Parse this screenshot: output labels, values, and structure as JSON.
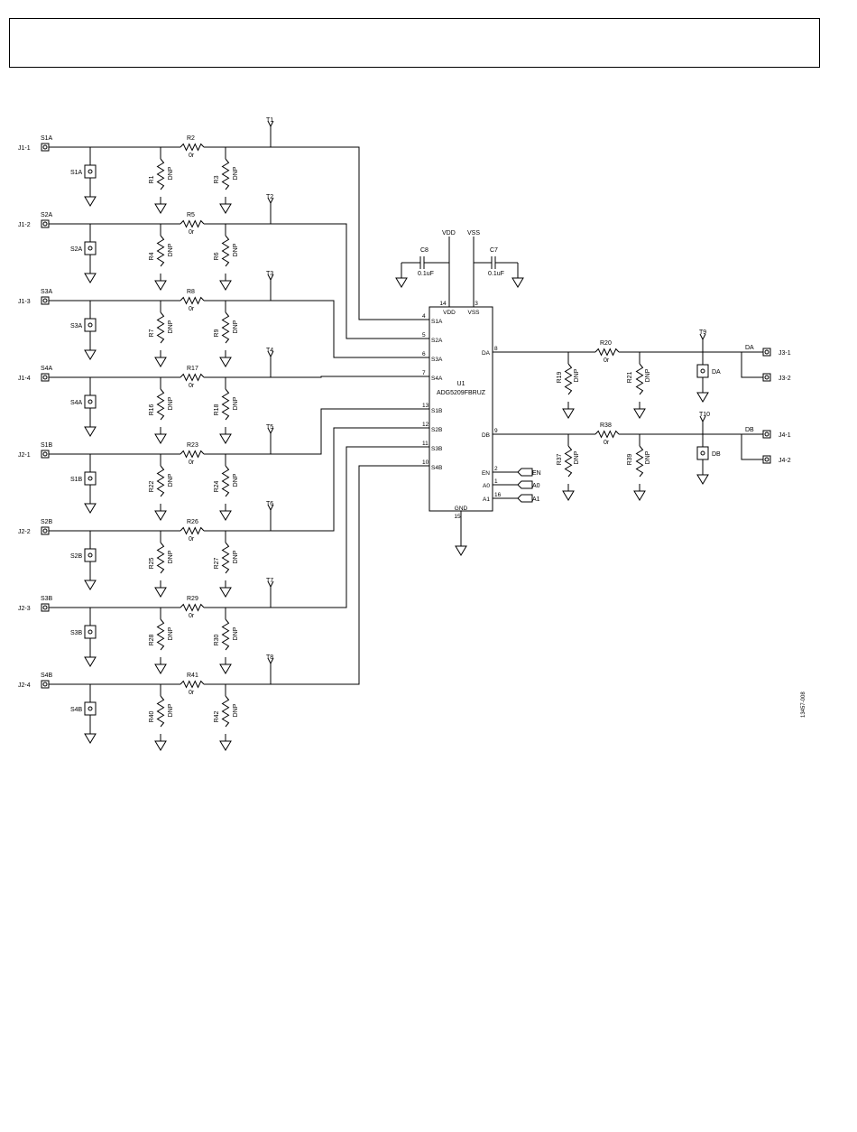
{
  "channels": [
    {
      "row": "a",
      "connector": "J1-1",
      "source": "S1A",
      "series_r": "R2",
      "value": "0r",
      "shunt_left": "R1",
      "shunt_right": "R3",
      "dnp": "DNP",
      "testpoint": "T1",
      "switch": "S1A"
    },
    {
      "row": "a",
      "connector": "J1-2",
      "source": "S2A",
      "series_r": "R5",
      "value": "0r",
      "shunt_left": "R4",
      "shunt_right": "R6",
      "dnp": "DNP",
      "testpoint": "T2",
      "switch": "S2A"
    },
    {
      "row": "a",
      "connector": "J1-3",
      "source": "S3A",
      "series_r": "R8",
      "value": "0r",
      "shunt_left": "R7",
      "shunt_right": "R9",
      "dnp": "DNP",
      "testpoint": "T3",
      "switch": "S3A"
    },
    {
      "row": "a",
      "connector": "J1-4",
      "source": "S4A",
      "series_r": "R17",
      "value": "0r",
      "shunt_left": "R16",
      "shunt_right": "R18",
      "dnp": "DNP",
      "testpoint": "T4",
      "switch": "S4A"
    },
    {
      "row": "b",
      "connector": "J2-1",
      "source": "S1B",
      "series_r": "R23",
      "value": "0r",
      "shunt_left": "R22",
      "shunt_right": "R24",
      "dnp": "DNP",
      "testpoint": "T5",
      "switch": "S1B"
    },
    {
      "row": "b",
      "connector": "J2-2",
      "source": "S2B",
      "series_r": "R26",
      "value": "0r",
      "shunt_left": "R25",
      "shunt_right": "R27",
      "dnp": "DNP",
      "testpoint": "T6",
      "switch": "S2B"
    },
    {
      "row": "b",
      "connector": "J2-3",
      "source": "S3B",
      "series_r": "R29",
      "value": "0r",
      "shunt_left": "R28",
      "shunt_right": "R30",
      "dnp": "DNP",
      "testpoint": "T7",
      "switch": "S3B"
    },
    {
      "row": "b",
      "connector": "J2-4",
      "source": "S4B",
      "series_r": "R41",
      "value": "0r",
      "shunt_left": "R40",
      "shunt_right": "R42",
      "dnp": "DNP",
      "testpoint": "T8",
      "switch": "S4B"
    }
  ],
  "ic": {
    "ref": "U1",
    "part": "ADG5209FBRUZ",
    "vdd_pin": "14",
    "vdd_label": "VDD",
    "vss_pin": "3",
    "vss_label": "VSS",
    "gnd_pin": "15",
    "gnd_label": "GND",
    "left_pins": [
      {
        "num": "4",
        "name": "S1A"
      },
      {
        "num": "5",
        "name": "S2A"
      },
      {
        "num": "6",
        "name": "S3A"
      },
      {
        "num": "7",
        "name": "S4A"
      },
      {
        "num": "13",
        "name": "S1B"
      },
      {
        "num": "12",
        "name": "S2B"
      },
      {
        "num": "11",
        "name": "S3B"
      },
      {
        "num": "10",
        "name": "S4B"
      }
    ],
    "right_pins": [
      {
        "num": "8",
        "name": "DA"
      },
      {
        "num": "9",
        "name": "DB"
      },
      {
        "num": "2",
        "name": "EN"
      },
      {
        "num": "1",
        "name": "A0"
      },
      {
        "num": "16",
        "name": "A1"
      }
    ]
  },
  "supply": {
    "vdd_net": "VDD",
    "vss_net": "VSS",
    "c_vdd": {
      "ref": "C8",
      "value": "0.1uF"
    },
    "c_vss": {
      "ref": "C7",
      "value": "0.1uF"
    }
  },
  "outputs": [
    {
      "net": "DA",
      "series_r": "R20",
      "value": "0r",
      "shunt_left": "R19",
      "shunt_right": "R21",
      "dnp": "DNP",
      "testpoint": "T9",
      "switch": "DA",
      "conn1": "J3-1",
      "conn2": "J3-2"
    },
    {
      "net": "DB",
      "series_r": "R38",
      "value": "0r",
      "shunt_left": "R37",
      "shunt_right": "R39",
      "dnp": "DNP",
      "testpoint": "T10",
      "switch": "DB",
      "conn1": "J4-1",
      "conn2": "J4-2"
    }
  ],
  "logic_ports": [
    "EN",
    "A0",
    "A1"
  ],
  "figure_id": "13457-008"
}
